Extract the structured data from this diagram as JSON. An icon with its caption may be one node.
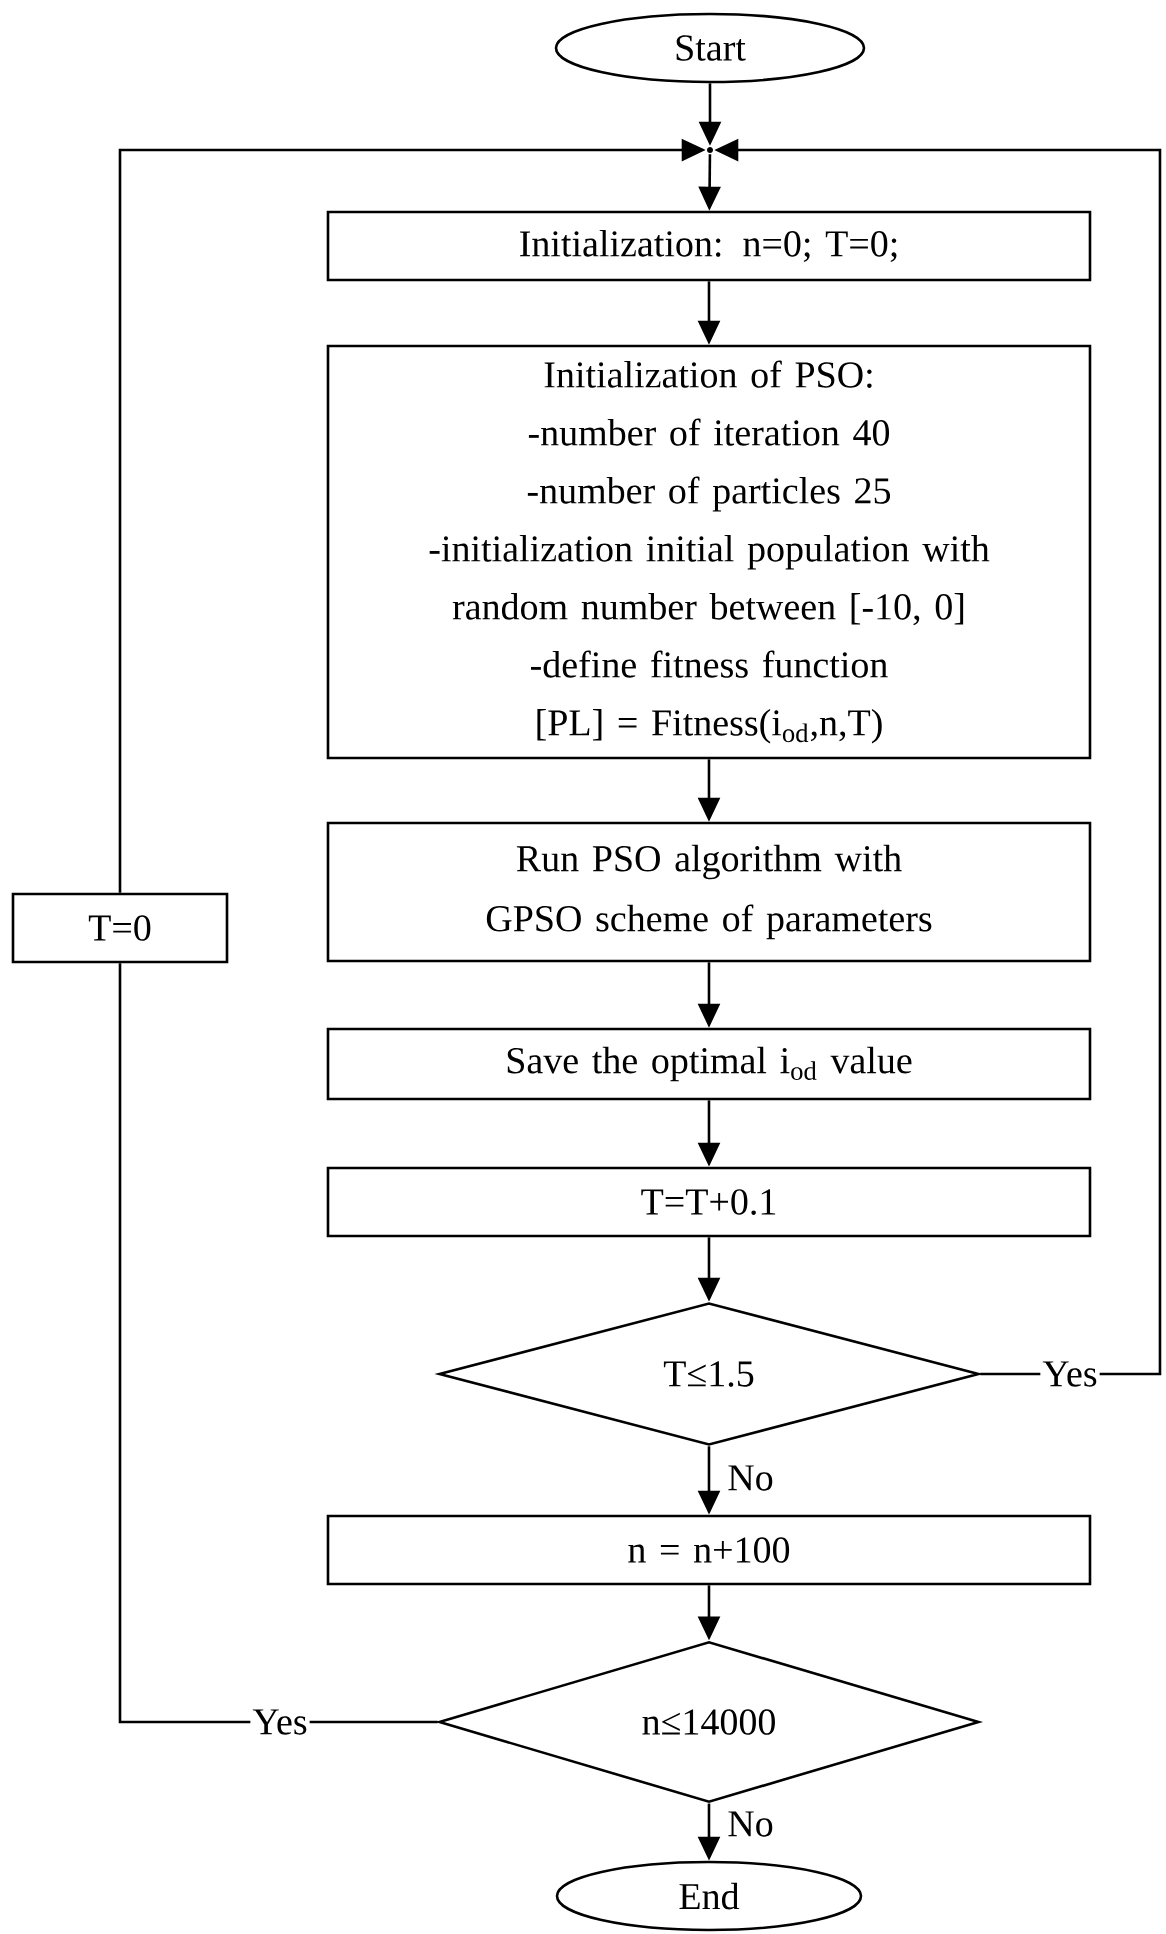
{
  "diagram": {
    "nodes": [
      {
        "text": [
          "Start"
        ]
      },
      {
        "text": [],
        "shape": "dot"
      },
      {
        "text": [
          "Initialization: n=0; T=0;"
        ]
      },
      {
        "text": [
          "Initialization of PSO:",
          "-number of iteration 40",
          "-number of particles 25",
          "-initialization initial population with random number between [-10, 0]",
          "-define fitness function",
          "[PL] = Fitness(i$_{od}$,n,T)"
        ]
      },
      {
        "text": [
          "Run PSO algorithm with GPSO scheme of parameters"
        ]
      },
      {
        "text": [
          "Save the optimal i$_{od}$ value"
        ]
      },
      {
        "text": [
          "T=T+0.1"
        ]
      },
      {
        "text": [
          "T≤1.5"
        ]
      },
      {
        "text": [
          "n = n+100"
        ]
      },
      {
        "text": [
          "n≤14000"
        ]
      },
      {
        "text": [
          "End"
        ]
      },
      {
        "text": [
          "T=0"
        ]
      }
    ],
    "edges": [
      {
        "from": 0,
        "to": 1,
        "arrow": "to"
      },
      {
        "from": 11,
        "to": 1,
        "arrow": "to"
      },
      {
        "from": 7,
        "to": 1,
        "arrow": "to",
        "label": "Yes"
      },
      {
        "from": 1,
        "to": 2,
        "arrow": "to"
      },
      {
        "from": 2,
        "to": 3,
        "arrow": "to"
      },
      {
        "from": 3,
        "to": 4,
        "arrow": "to"
      },
      {
        "from": 4,
        "to": 5,
        "arrow": "to"
      },
      {
        "from": 5,
        "to": 6,
        "arrow": "to"
      },
      {
        "from": 6,
        "to": 7,
        "arrow": "to"
      },
      {
        "from": 7,
        "to": 8,
        "arrow": "to",
        "label": "No"
      },
      {
        "from": 8,
        "to": 9,
        "arrow": "to"
      },
      {
        "from": 9,
        "to": 10,
        "arrow": "to",
        "label": "No"
      },
      {
        "from": 9,
        "to": 11,
        "arrow": "none",
        "label": "Yes"
      }
    ]
  }
}
